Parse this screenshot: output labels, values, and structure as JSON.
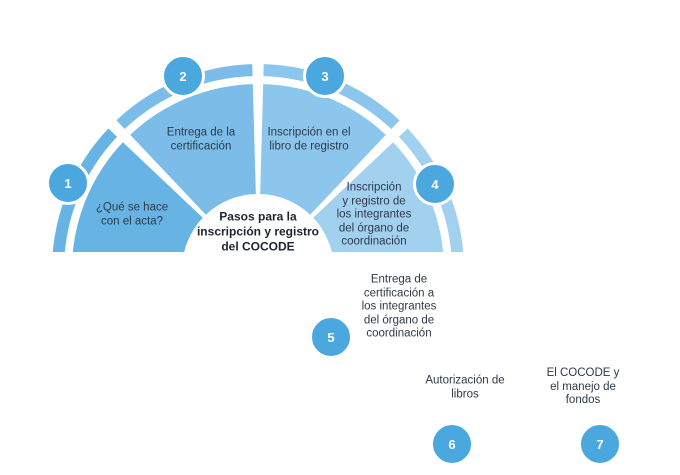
{
  "title": "Pasos para la inscripción y registro del COCODE",
  "title_lines": [
    "Pasos para la",
    "inscripción y registro",
    "del COCODE"
  ],
  "accent": "#4aa8df",
  "steps": [
    {
      "number": "1",
      "label": "¿Qué se hace con el acta?",
      "lines": [
        "¿Qué se hace",
        "con el acta?"
      ],
      "color": "#67b3e3"
    },
    {
      "number": "2",
      "label": "Entrega de la certificación",
      "lines": [
        "Entrega de la",
        "certificación"
      ],
      "color": "#7bbde8"
    },
    {
      "number": "3",
      "label": "Inscripción en el libro de registro",
      "lines": [
        "Inscripción en el",
        "libro de registro"
      ],
      "color": "#8dc6ec"
    },
    {
      "number": "4",
      "label": "Inscripción y registro de los integrantes del órgano de coordinación",
      "lines": [
        "Inscripción",
        "y registro de",
        "los integrantes",
        "del órgano de",
        "coordinación"
      ],
      "color": "#a2d0ef"
    },
    {
      "number": "5",
      "label": "Entrega de certificación a los integrantes del órgano de coordinación",
      "lines": [
        "Entrega de",
        "certificación a",
        "los integrantes",
        "del órgano de",
        "coordinación"
      ],
      "color": "#b4d9f1"
    },
    {
      "number": "6",
      "label": "Autorización de libros",
      "lines": [
        "Autorización de",
        "libros"
      ],
      "color": "#c6e2f4"
    },
    {
      "number": "7",
      "label": "El COCODE y el manejo de fondos",
      "lines": [
        "El COCODE y",
        "el manejo de",
        "fondos"
      ],
      "color": "#d7eaf7"
    }
  ]
}
